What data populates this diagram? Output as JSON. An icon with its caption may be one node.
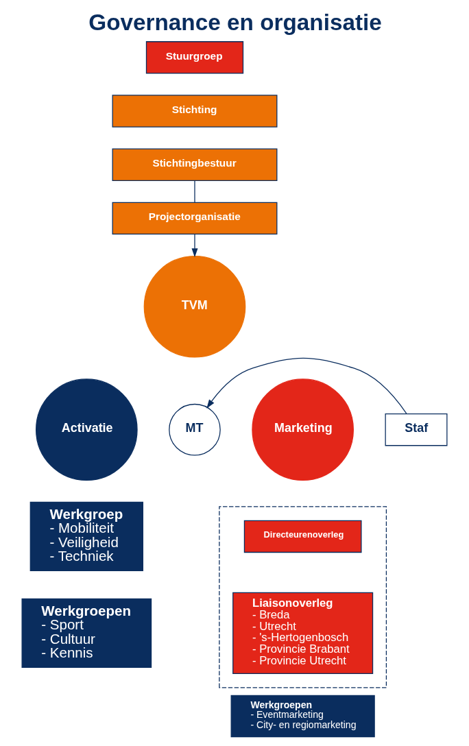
{
  "diagram": {
    "title": "Governance en organisatie",
    "nodes": [
      {
        "text": [
          "Stuurgroep"
        ]
      },
      {
        "text": [
          "Stichting"
        ]
      },
      {
        "text": [
          "Stichtingbestuur"
        ]
      },
      {
        "text": [
          "Projectorganisatie"
        ]
      },
      {
        "text": [
          "TVM"
        ]
      },
      {
        "text": [
          "Activatie"
        ]
      },
      {
        "text": [
          "Marketing"
        ]
      },
      {
        "text": [
          "MT"
        ]
      },
      {
        "text": [
          "Staf"
        ]
      },
      {
        "text": [],
        "shape": "box"
      },
      {
        "text": [
          "Directeurenoverleg"
        ],
        "in": 9
      },
      {
        "text": [
          "Liaisonoverleg",
          "- Breda",
          "- Utrecht",
          "- 's-Hertogenbosch",
          "- Provincie Brabant",
          "- Provincie Utrecht"
        ],
        "in": 9
      },
      {
        "text": [
          "Werkgroep",
          "- Mobiliteit",
          "- Veiligheid",
          "- Techniek"
        ]
      },
      {
        "text": [
          "Werkgroepen",
          "- Sport",
          "- Cultuur",
          "- Kennis"
        ]
      },
      {
        "text": [
          "Werkgroepen",
          "- Eventmarketing",
          "- City- en regiomarketing"
        ]
      }
    ],
    "edges": [
      {
        "from": 2,
        "to": 3,
        "arrow": "none"
      },
      {
        "from": 3,
        "to": 4,
        "arrow": "to"
      },
      {
        "from": 8,
        "to": 7,
        "arrow": "to"
      }
    ]
  }
}
